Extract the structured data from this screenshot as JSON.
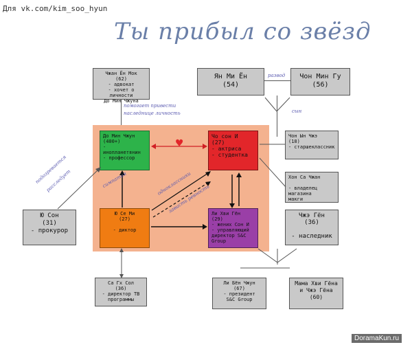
{
  "header": {
    "source": "Для vk.com/kim_soo_hyun",
    "title": "Ты прибыл со звёзд"
  },
  "watermark": "DoramaKun.ru",
  "colors": {
    "panel": "#f4b28f",
    "green": "#2db34a",
    "red": "#e2262a",
    "orange": "#f07c12",
    "purple": "#9a3fa7",
    "gray": "#c9c9c9",
    "heart": "#e2262a"
  },
  "nodes": {
    "jang_yeong_mok": "Чжан Ён Мок\n(62)\n- адвокат\n- хочет о личности\nДо Мин Чжуна",
    "yang_mi_yeon": {
      "name": "Ян Ми Ён",
      "age": "(54)"
    },
    "cheon_min_gyu": {
      "name": "Чон Мин Гу",
      "age": "(56)"
    },
    "do_min_joon": "До Мин Чжун\n(400+)\n- инопланетянин\n- профессор",
    "cheon_song_yi": "Чо сон И\n(27)\n- актриса\n- студентка",
    "cheon_yun_jae": "Чон Ын Чжэ\n(18)\n- старшеклассник",
    "hong_sa_jang": "Хон Са Чжан\n\n- владелец магазина\nмакги",
    "yoo_seok": "Ю Сон\n(31)\n- прокурор",
    "yoo_se_mi": "Ю Се Ми\n(27)\n\n- диктор",
    "lee_hwi_kyung": "Ли Хви Гён\n(29)\n- жених Сон И\n- управляющий\nдиректор S&C Group",
    "lee_jae_kyung": "Чжэ Гён\n(36)\n\n- наследник",
    "seo_gi_seo": "Са Гх Сол\n(36)\n- директор ТВ\nпрограммы",
    "lee_beom_joon": "Ли Бён Чжун\n(67)\n- президент\nS&C Group",
    "mama_hwi_kyung": "Мама Хви Гёна\nи Чжэ Гёна\n(60)"
  },
  "labels": {
    "divorce": "развод",
    "son": "сын",
    "helps_learn_1": "помогает привести",
    "helps_learn_2": "наследнице личность",
    "sympathy": "симпатия",
    "classmates": "одноклассники",
    "jealousy": "зависть ревность",
    "investigates_1": "подозревается",
    "investigates_2": "расследует"
  }
}
